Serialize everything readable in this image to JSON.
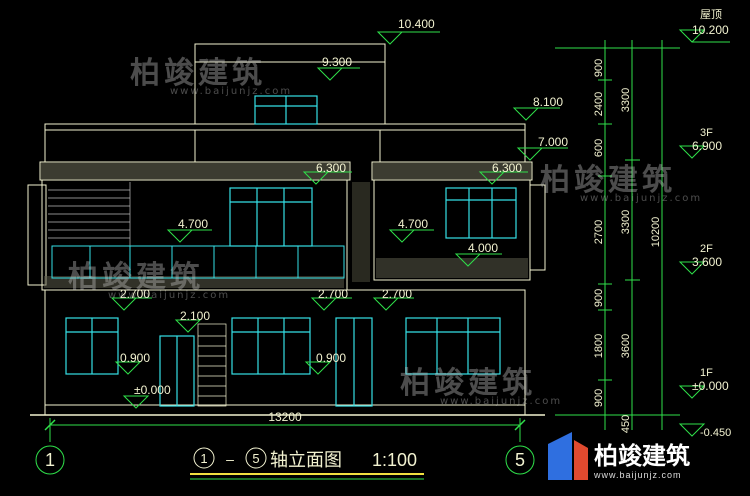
{
  "drawing": {
    "title_range_start": "1",
    "title_range_sep": "–",
    "title_range_end": "5",
    "title_text": "轴立面图",
    "scale": "1:100",
    "overall_width": "13200",
    "axis_left": "1",
    "axis_right": "5",
    "colors": {
      "background": "#000000",
      "outline": "#f2f2d0",
      "cyan": "#35e0e6",
      "green": "#2fe04a",
      "yellow": "#f0e040",
      "dim": "#bdbdbd"
    }
  },
  "elevations": {
    "e10400": "10.400",
    "e9300": "9.300",
    "e8100": "8.100",
    "e7000": "7.000",
    "e6300_left": "6.300",
    "e6300_right": "6.300",
    "e4700_left": "4.700",
    "e4700_right": "4.700",
    "e4000": "4.000",
    "e2700_a": "2.700",
    "e2700_b": "2.700",
    "e2700_c": "2.700",
    "e2100": "2.100",
    "e0900_a": "0.900",
    "e0900_b": "0.900",
    "e0000": "±0.000"
  },
  "floors": {
    "roof_label": "屋顶",
    "roof_value": "10.200",
    "f3_label": "3F",
    "f3_value": "6.900",
    "f2_label": "2F",
    "f2_value": "3.600",
    "f1_label": "1F",
    "f1_value": "±0.000",
    "bottom_value": "-0.450"
  },
  "dimensions": {
    "d900_top": "900",
    "d2400": "2400",
    "d600": "600",
    "d2700": "2700",
    "d900_mid": "900",
    "d1800": "1800",
    "d900_bot": "900",
    "d3300_a": "3300",
    "d3300_b": "3300",
    "d3600": "3600",
    "d10200": "10200",
    "d450": "450"
  },
  "watermark": {
    "brand": "柏竣建筑",
    "url": "www.baijunjz.com"
  }
}
